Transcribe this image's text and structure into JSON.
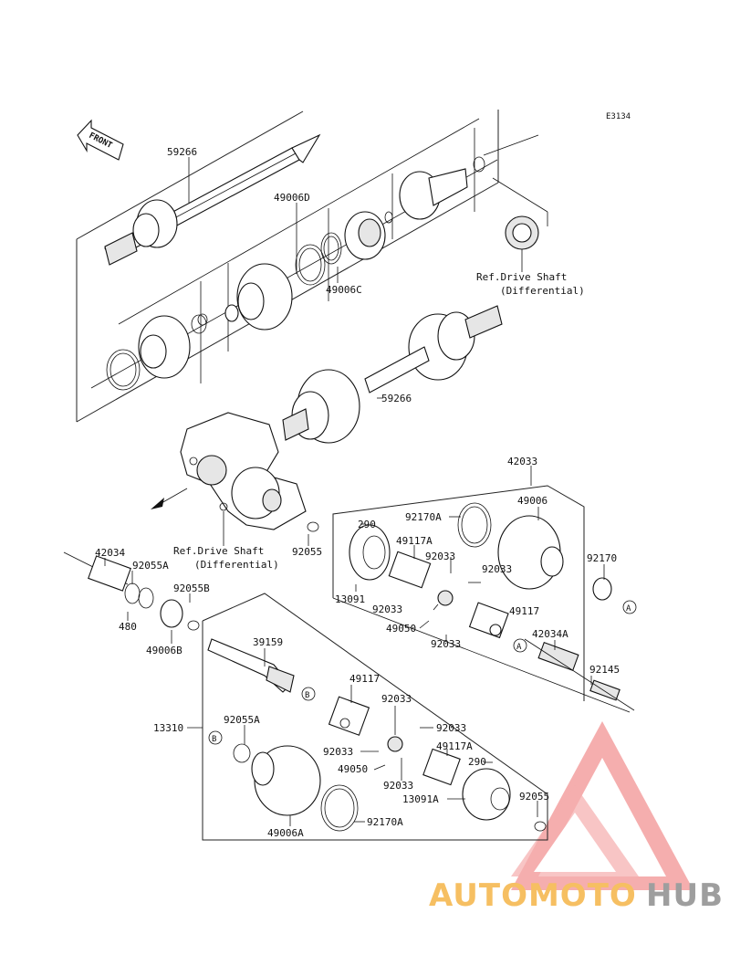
{
  "diagram_code": "E3134",
  "front_arrow_label": "FRONT",
  "ref_labels": [
    {
      "line1": "Ref.Drive Shaft",
      "line2": "(Differential)"
    },
    {
      "line1": "Ref.Drive Shaft",
      "line2": "(Differential)"
    }
  ],
  "callout_letters": [
    "A",
    "B"
  ],
  "parts": [
    {
      "id": "p1",
      "code": "59266"
    },
    {
      "id": "p2",
      "code": "49006D"
    },
    {
      "id": "p3",
      "code": "49006C"
    },
    {
      "id": "p4",
      "code": "59266"
    },
    {
      "id": "p5",
      "code": "42033"
    },
    {
      "id": "p6",
      "code": "92170A"
    },
    {
      "id": "p7",
      "code": "49006"
    },
    {
      "id": "p8",
      "code": "290"
    },
    {
      "id": "p9",
      "code": "49117A"
    },
    {
      "id": "p10",
      "code": "92033"
    },
    {
      "id": "p11",
      "code": "92170"
    },
    {
      "id": "p12",
      "code": "92055"
    },
    {
      "id": "p13",
      "code": "13091"
    },
    {
      "id": "p14",
      "code": "92033"
    },
    {
      "id": "p15",
      "code": "49117"
    },
    {
      "id": "p16",
      "code": "92033"
    },
    {
      "id": "p17",
      "code": "49050"
    },
    {
      "id": "p18",
      "code": "92033"
    },
    {
      "id": "p19",
      "code": "42034A"
    },
    {
      "id": "p20",
      "code": "92145"
    },
    {
      "id": "p21",
      "code": "42034"
    },
    {
      "id": "p22",
      "code": "92055A"
    },
    {
      "id": "p23",
      "code": "92055B"
    },
    {
      "id": "p24",
      "code": "480"
    },
    {
      "id": "p25",
      "code": "49006B"
    },
    {
      "id": "p26",
      "code": "39159"
    },
    {
      "id": "p27",
      "code": "49117"
    },
    {
      "id": "p28",
      "code": "13310"
    },
    {
      "id": "p29",
      "code": "92033"
    },
    {
      "id": "p30",
      "code": "92033"
    },
    {
      "id": "p31",
      "code": "92055A"
    },
    {
      "id": "p32",
      "code": "92033"
    },
    {
      "id": "p33",
      "code": "49117A"
    },
    {
      "id": "p34",
      "code": "290"
    },
    {
      "id": "p35",
      "code": "49050"
    },
    {
      "id": "p36",
      "code": "92033"
    },
    {
      "id": "p37",
      "code": "13091A"
    },
    {
      "id": "p38",
      "code": "92055"
    },
    {
      "id": "p39",
      "code": "49006A"
    },
    {
      "id": "p40",
      "code": "92170A"
    }
  ],
  "watermark": {
    "word_a": "AUTOMOTO",
    "word_b": "HUB",
    "color_accent": "#f4a0a0",
    "color_orange": "#f5b547",
    "color_gray": "#8e8e8e"
  }
}
